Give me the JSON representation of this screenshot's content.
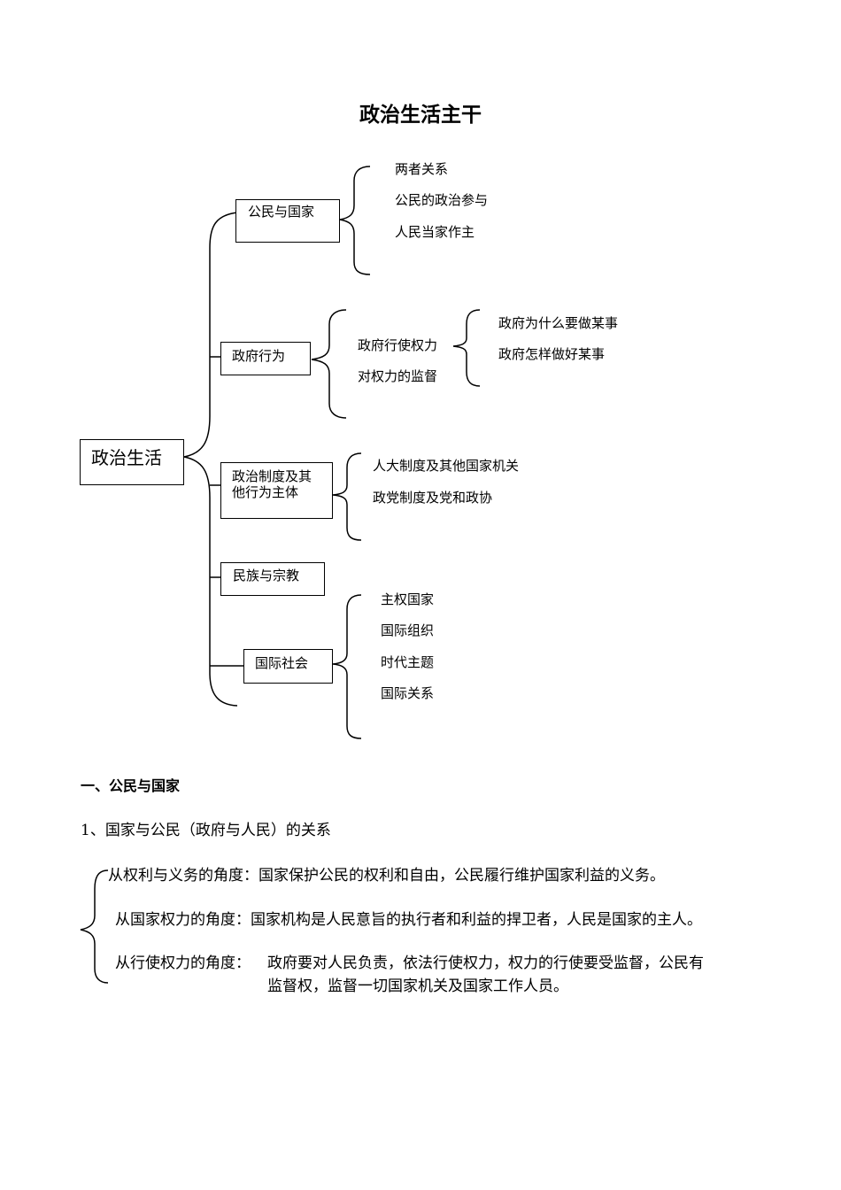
{
  "title": "政治生活主干",
  "mindmap": {
    "root": "政治生活",
    "branches": [
      {
        "label": "公民与国家",
        "children": [
          "两者关系",
          "公民的政治参与",
          "人民当家作主"
        ]
      },
      {
        "label": "政府行为",
        "children": [
          "政府行使权力",
          "对权力的监督"
        ],
        "sub_children": [
          "政府为什么要做某事",
          "政府怎样做好某事"
        ]
      },
      {
        "label": "政治制度及其他行为主体",
        "label_line1": "政治制度及其",
        "label_line2": "他行为主体",
        "children": [
          "人大制度及其他国家机关",
          "政党制度及党和政协"
        ]
      },
      {
        "label": "民族与宗教",
        "children": []
      },
      {
        "label": "国际社会",
        "children": [
          "主权国家",
          "国际组织",
          "时代主题",
          "国际关系"
        ]
      }
    ]
  },
  "section": {
    "heading": "一、公民与国家",
    "subheading": "1、国家与公民（政府与人民）的关系",
    "points": [
      "从权利与义务的角度：国家保护公民的权利和自由，公民履行维护国家利益的义务。",
      "从国家权力的角度：国家机构是人民意旨的执行者和利益的捍卫者，人民是国家的主人。"
    ],
    "point3_label": "从行使权力的角度：",
    "point3_line1": "政府要对人民负责，依法行使权力，权力的行使要受监督，公民有",
    "point3_line2": "监督权，监督一切国家机关及国家工作人员。"
  }
}
